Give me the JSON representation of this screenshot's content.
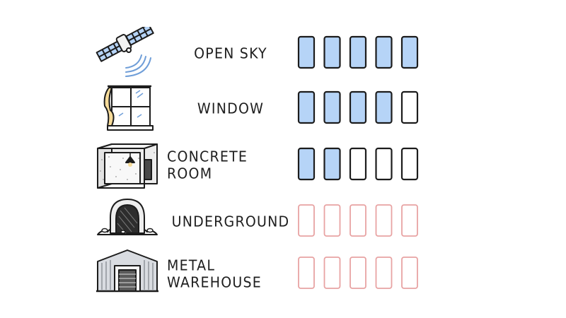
{
  "rows": [
    {
      "label": "OPEN SKY",
      "icon": "satellite-icon",
      "filled": 5,
      "total": 5,
      "state": "signal"
    },
    {
      "label": "WINDOW",
      "icon": "window-icon",
      "filled": 4,
      "total": 5,
      "state": "signal"
    },
    {
      "label": "CONCRETE ROOM",
      "icon": "concrete-room-icon",
      "filled": 2,
      "total": 5,
      "state": "signal"
    },
    {
      "label": "UNDERGROUND",
      "icon": "tunnel-icon",
      "filled": 0,
      "total": 5,
      "state": "no-signal"
    },
    {
      "label": "METAL WAREHOUSE",
      "icon": "warehouse-icon",
      "filled": 0,
      "total": 5,
      "state": "no-signal"
    }
  ],
  "colors": {
    "filled": "#b6d4f7",
    "outline": "#1c1c1c",
    "empty": "#ffffff",
    "no_signal": "#e8a3a3"
  }
}
